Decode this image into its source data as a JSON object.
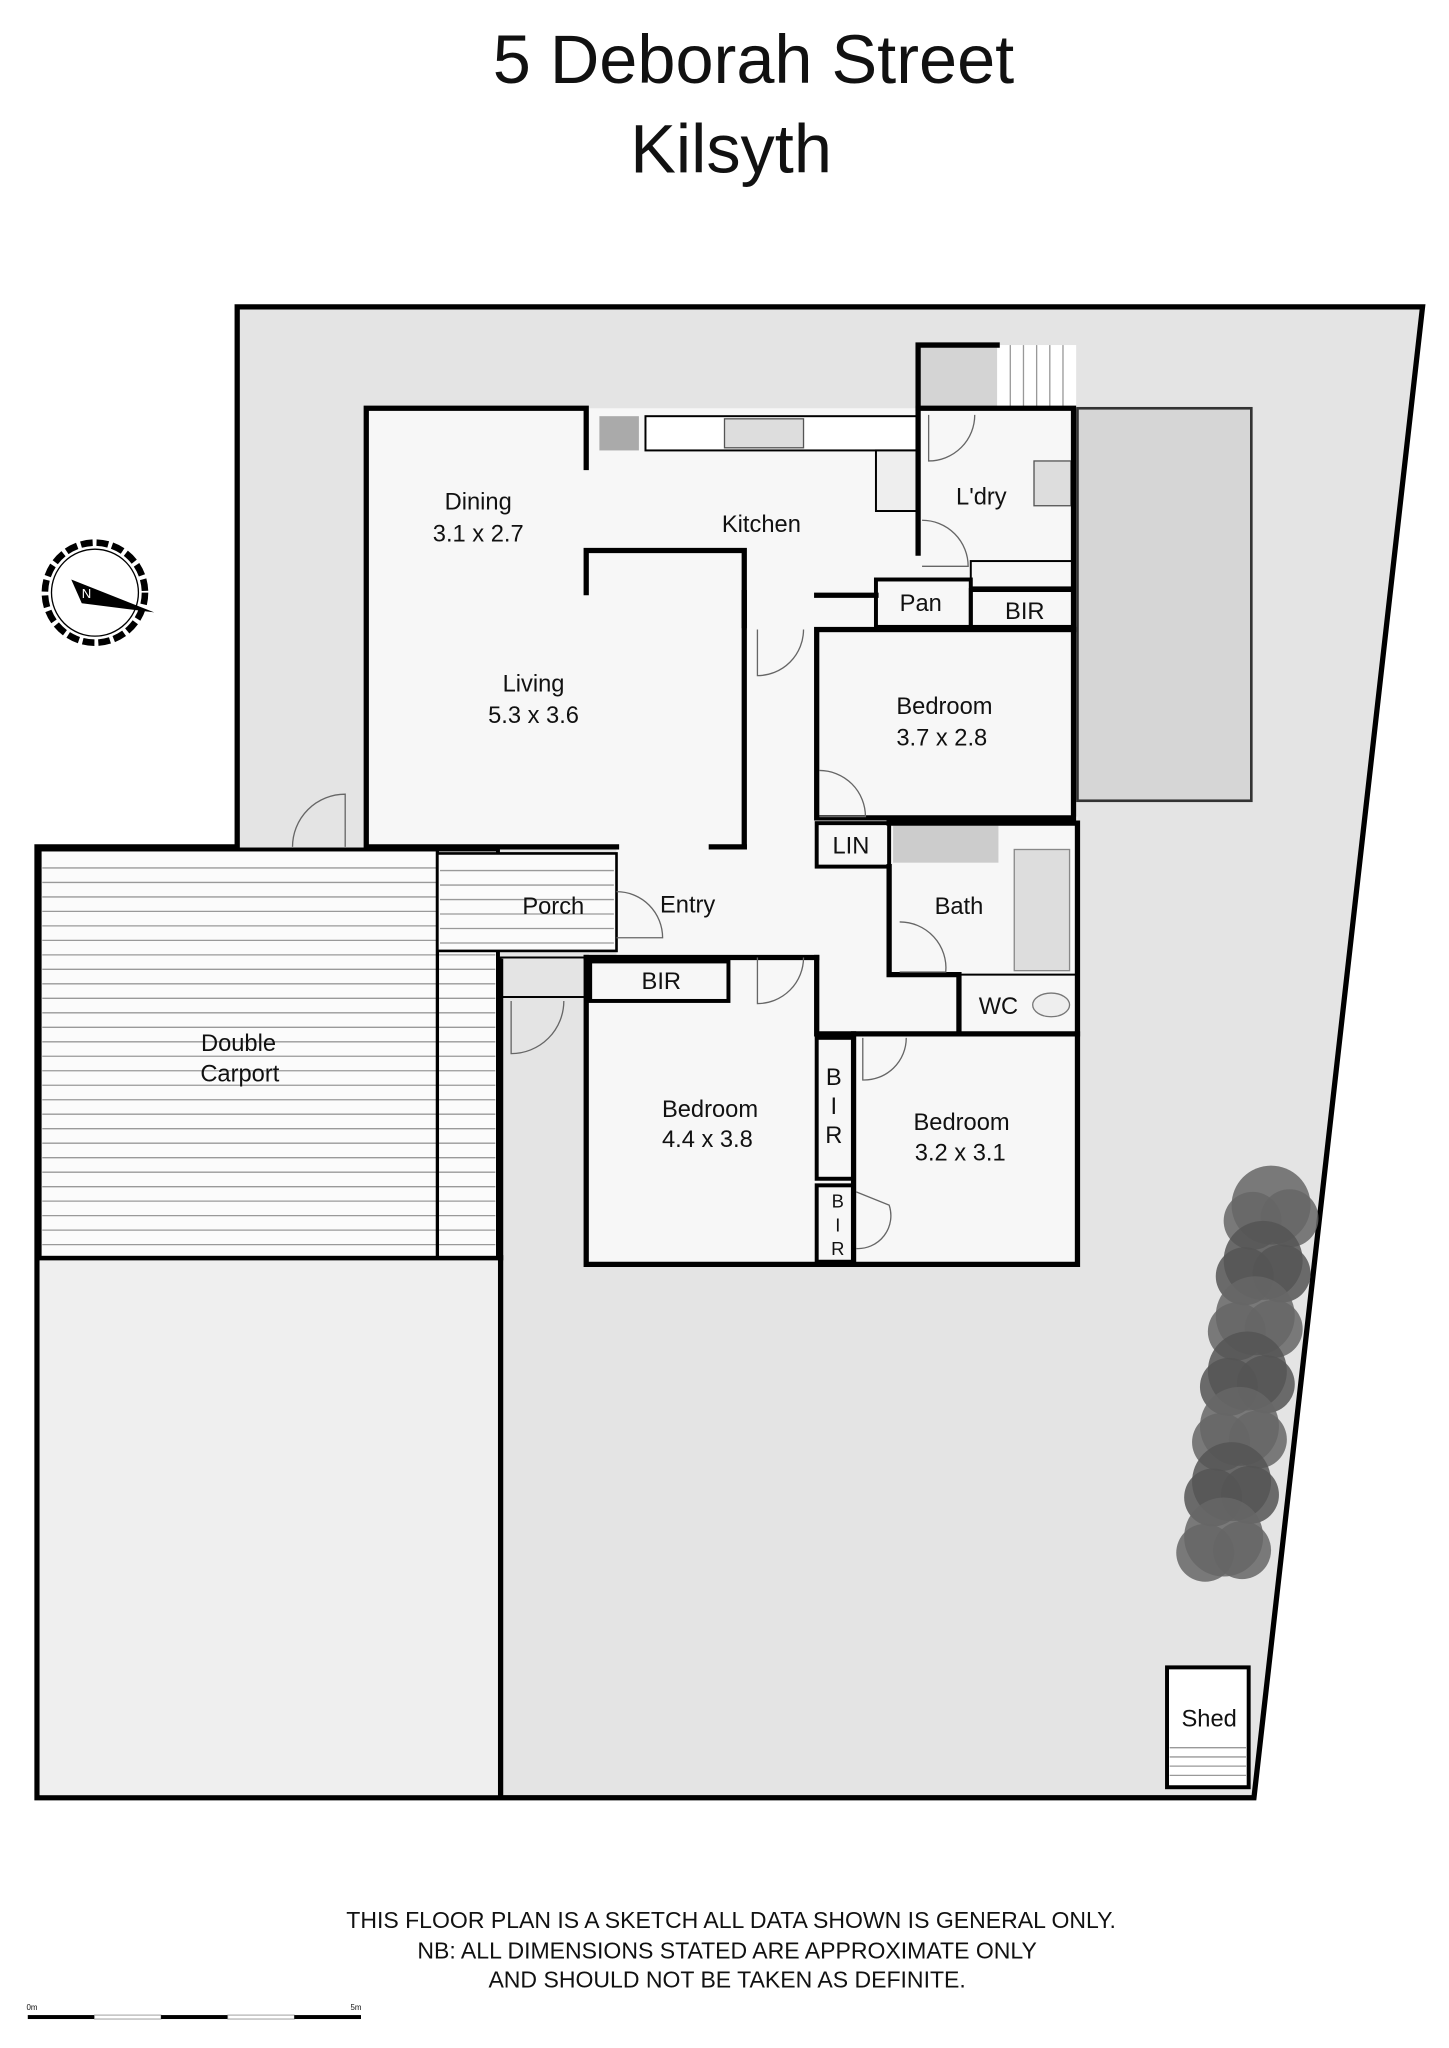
{
  "header": {
    "address_line1": "5 Deborah Street",
    "address_line2": "Kilsyth"
  },
  "rooms": {
    "dining": {
      "name": "Dining",
      "dims": "3.1 x 2.7"
    },
    "kitchen": {
      "name": "Kitchen"
    },
    "laundry": {
      "name": "L'dry"
    },
    "pantry": {
      "name": "Pan"
    },
    "bir_top": {
      "name": "BIR"
    },
    "bedroom1": {
      "name": "Bedroom",
      "dims": "3.7 x 2.8"
    },
    "living": {
      "name": "Living",
      "dims": "5.3 x 3.6"
    },
    "linen": {
      "name": "LIN"
    },
    "bath": {
      "name": "Bath"
    },
    "porch": {
      "name": "Porch"
    },
    "entry": {
      "name": "Entry"
    },
    "bir_mid": {
      "name": "BIR"
    },
    "wc": {
      "name": "WC"
    },
    "carport": {
      "line1": "Double",
      "line2": "Carport"
    },
    "bedroom2": {
      "name": "Bedroom",
      "dims": "4.4 x 3.8"
    },
    "bir_vertical": {
      "l1": "B",
      "l2": "I",
      "l3": "R"
    },
    "bir_small": {
      "l1": "B",
      "l2": "I",
      "l3": "R"
    },
    "bedroom3": {
      "name": "Bedroom",
      "dims": "3.2 x 3.1"
    },
    "shed": {
      "name": "Shed"
    }
  },
  "disclaimer": {
    "line1": "THIS FLOOR PLAN IS A SKETCH ALL DATA SHOWN IS GENERAL ONLY.",
    "line2": "NB: ALL DIMENSIONS STATED ARE APPROXIMATE ONLY",
    "line3": "AND SHOULD NOT BE TAKEN AS DEFINITE."
  },
  "scale_bar": {
    "start_label": "0m",
    "end_label": "5m"
  },
  "icons": {
    "compass": "north-arrow-compass-icon",
    "trees": "hedge-trees"
  },
  "colors": {
    "lot": "#e4e4e4",
    "house": "#f7f7f7",
    "patio": "#d6d6d6",
    "walls": "#000000"
  }
}
